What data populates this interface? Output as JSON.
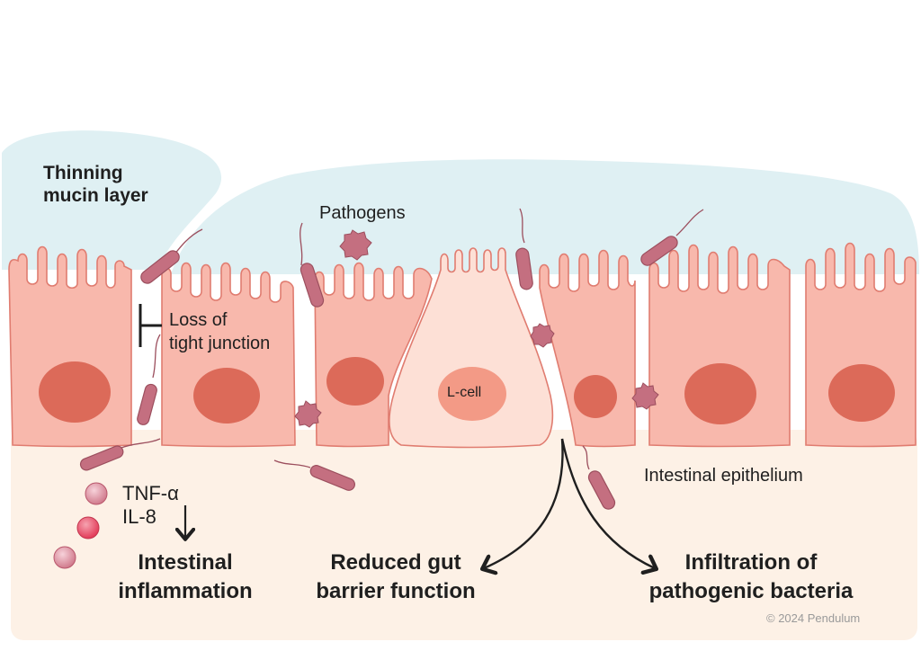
{
  "labels": {
    "mucin_line1": "Thinning",
    "mucin_line2": "mucin layer",
    "pathogens": "Pathogens",
    "tight_line1": "Loss of",
    "tight_line2": "tight junction",
    "lcell": "L-cell",
    "epithelium": "Intestinal epithelium",
    "tnf": "TNF-α",
    "il8": "IL-8",
    "inflammation_line1": "Intestinal",
    "inflammation_line2": "inflammation",
    "barrier_line1": "Reduced gut",
    "barrier_line2": "barrier function",
    "infiltration_line1": "Infiltration of",
    "infiltration_line2": "pathogenic bacteria",
    "copyright": "© 2024 Pendulum"
  },
  "colors": {
    "mucin": "#dff0f3",
    "lumen_base": "#fdf1e6",
    "cell_fill": "#f8b8ac",
    "cell_stroke": "#e07c70",
    "nucleus": "#dc6a59",
    "lcell_fill": "#fde0d6",
    "lcell_nucleus": "#f39a86",
    "bacteria": "#c46f80",
    "cytokine": "#e36a80",
    "text": "#1f1f1f"
  },
  "icons": [
    "bacterium-icon",
    "pathogen-blob-icon",
    "cytokine-dot-icon",
    "inhibition-bar-icon",
    "down-arrow-icon",
    "curved-arrow-icon"
  ]
}
